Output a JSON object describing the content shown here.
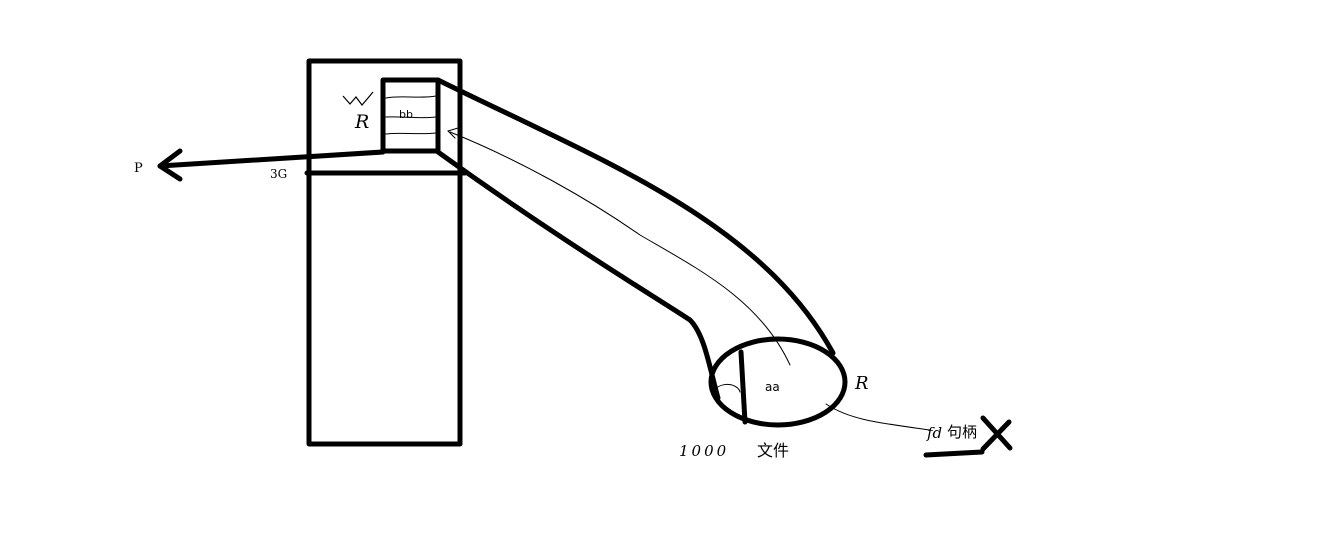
{
  "labels": {
    "p": "P",
    "three_g": "3G",
    "w": "W",
    "r_buffer": "R",
    "bb": "bb",
    "aa": "aa",
    "r_file": "R",
    "thousand": "1000",
    "file": "文件",
    "fd": "fd",
    "handle": "句柄"
  },
  "colors": {
    "ink": "#000000",
    "background": "#ffffff"
  },
  "icons": {
    "cross": "x-mark-icon"
  }
}
